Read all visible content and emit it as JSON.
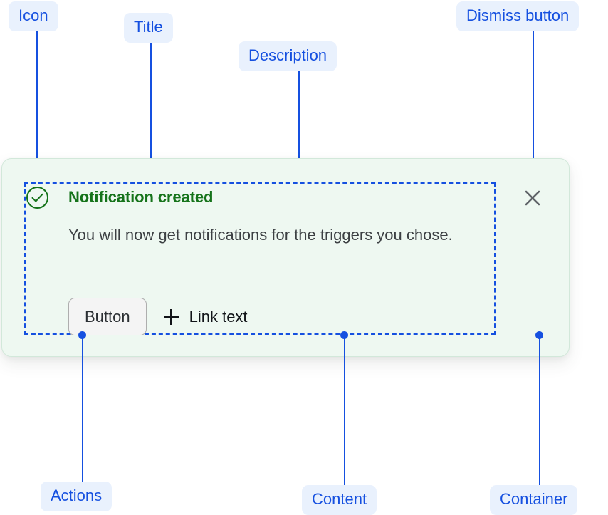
{
  "annotations": [
    {
      "id": "icon",
      "label": "Icon"
    },
    {
      "id": "title",
      "label": "Title"
    },
    {
      "id": "desc",
      "label": "Description"
    },
    {
      "id": "dismiss",
      "label": "Dismiss button"
    },
    {
      "id": "actions",
      "label": "Actions"
    },
    {
      "id": "content",
      "label": "Content"
    },
    {
      "id": "container",
      "label": "Container"
    }
  ],
  "notification": {
    "icon": "check-circle-icon",
    "title": "Notification created",
    "description": "You will now get notifications for the triggers you chose.",
    "actions": {
      "button_label": "Button",
      "link_icon": "plus-icon",
      "link_label": "Link text"
    },
    "dismiss_icon": "close-icon"
  },
  "colors": {
    "annotation_blue": "#1550e0",
    "annotation_pill_bg": "#e9f1fd",
    "success_green": "#15731a",
    "container_bg": "#eef8f1",
    "container_border": "#d2e8da",
    "description_text": "#3c4043",
    "button_bg": "#f4f4f4",
    "button_border": "#aeaeae",
    "dismiss_gray": "#5f6368"
  }
}
